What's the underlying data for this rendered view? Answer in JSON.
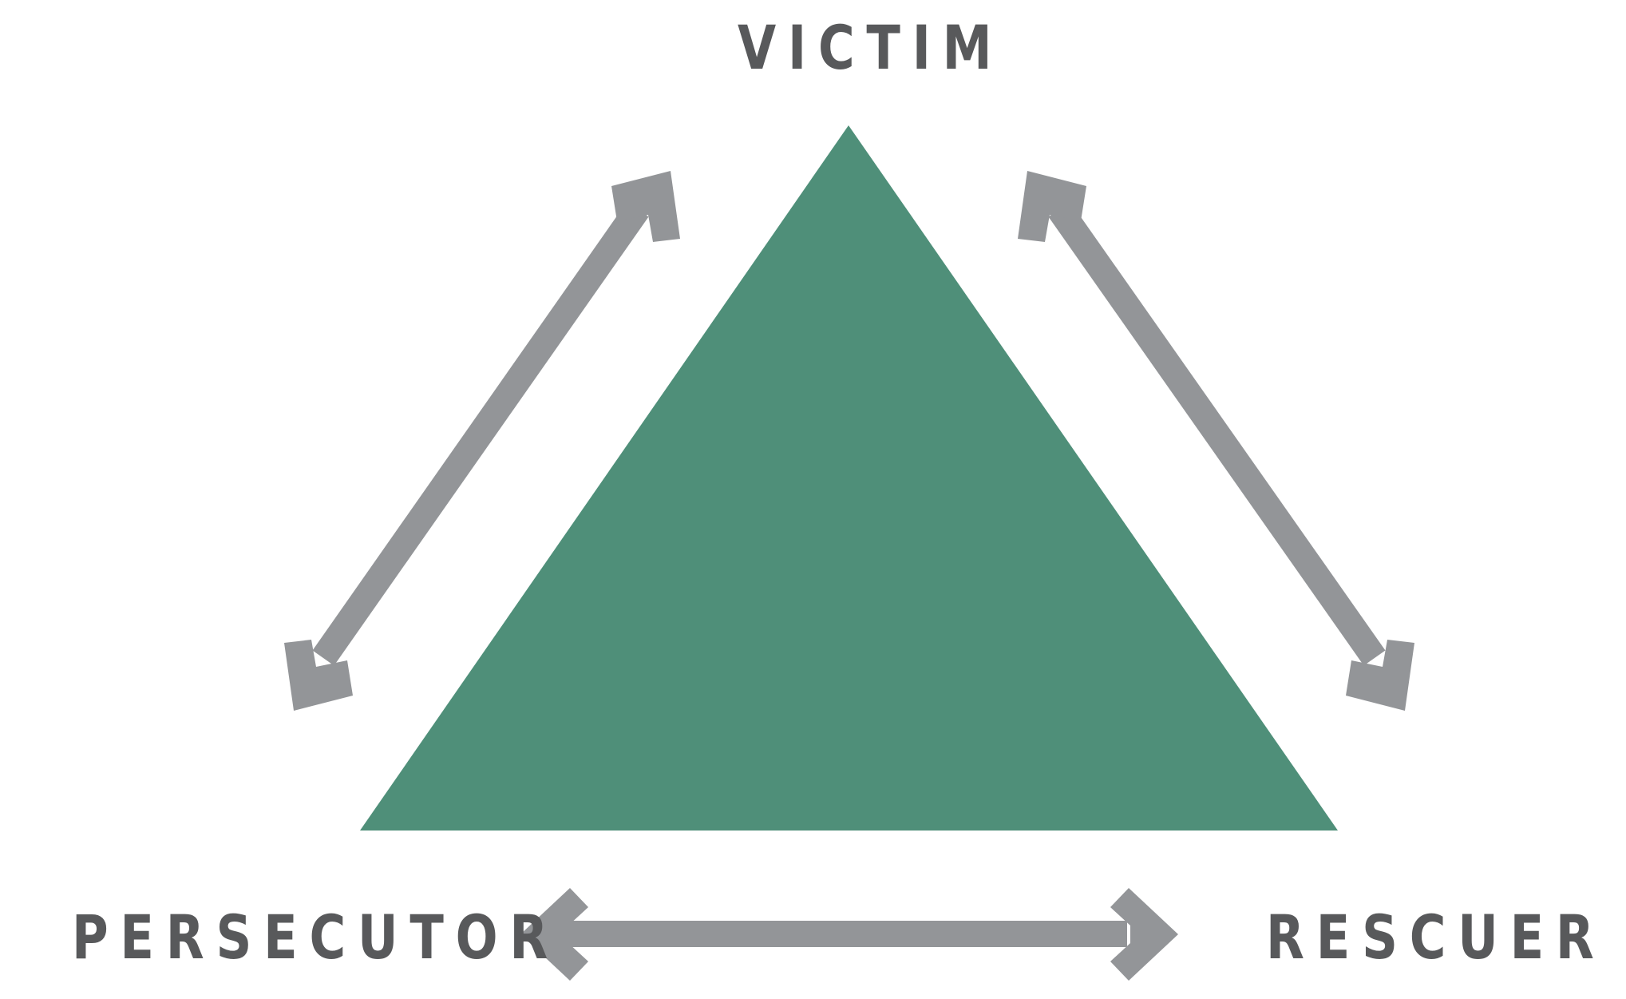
{
  "roles": {
    "victim": "VICTIM",
    "persecutor": "PERSECUTOR",
    "rescuer": "RESCUER"
  },
  "colors": {
    "triangle_fill": "#4f8f79",
    "arrow_fill": "#939598",
    "label_text": "#58595b",
    "background": "#ffffff"
  },
  "icons": {
    "triangle": "triangle-shape",
    "arrows": [
      "double-arrow-left",
      "double-arrow-right",
      "double-arrow-bottom"
    ]
  }
}
